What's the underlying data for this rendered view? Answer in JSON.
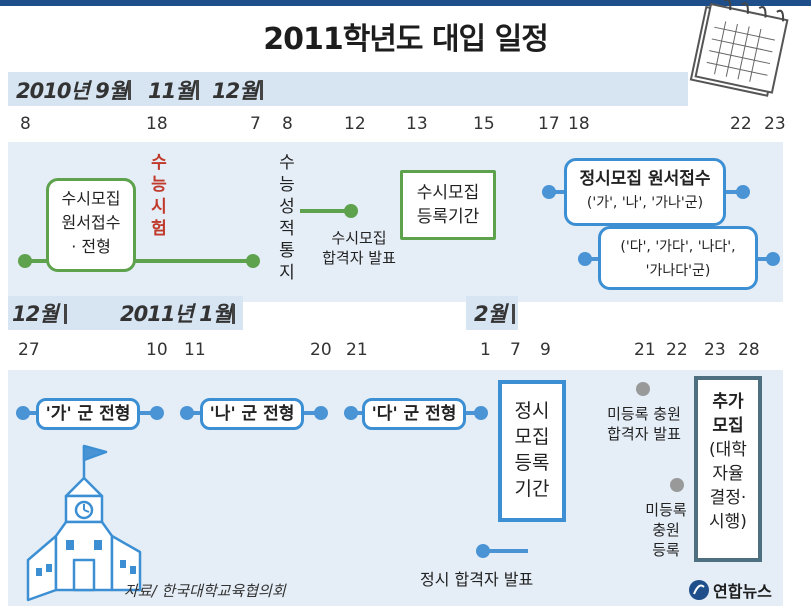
{
  "title": "2011학년도 대입 일정",
  "top_months": [
    "2010년 9월",
    "11월",
    "12월"
  ],
  "top_days": [
    "8",
    "18",
    "7",
    "8",
    "12",
    "13",
    "15",
    "17",
    "18",
    "22",
    "23"
  ],
  "bottom_months": [
    "12월",
    "2011년 1월",
    "2월"
  ],
  "bottom_days": [
    "27",
    "10",
    "11",
    "20",
    "21",
    "1",
    "7",
    "9",
    "21",
    "22",
    "23",
    "28"
  ],
  "events_top": {
    "early_apply": [
      "수시모집",
      "원서접수",
      "· 전형"
    ],
    "csat": [
      "수",
      "능",
      "시",
      "험"
    ],
    "csat_score": [
      "수",
      "능",
      "성",
      "적",
      "통",
      "지"
    ],
    "early_pass": [
      "수시모집",
      "합격자 발표"
    ],
    "early_register": [
      "수시모집",
      "등록기간"
    ],
    "regular_apply_title": "정시모집 원서접수",
    "regular_apply_group1": "('가', '나', '가나'군)",
    "regular_apply_group2_line1": "('다', '가다', '나다',",
    "regular_apply_group2_line2": "'가나다'군)"
  },
  "events_bottom": {
    "group_ga": "'가' 군 전형",
    "group_na": "'나' 군 전형",
    "group_da": "'다' 군 전형",
    "regular_register": [
      "정시",
      "모집",
      "등록",
      "기간"
    ],
    "regular_pass": "정시 합격자 발표",
    "unreg_pass": [
      "미등록 충원",
      "합격자 발표"
    ],
    "unreg_register": [
      "미등록",
      "충원",
      "등록"
    ],
    "additional": [
      "추가",
      "모집",
      "(대학",
      "자율",
      "결정·",
      "시행)"
    ]
  },
  "source": "자료/ 한국대학교육협의회",
  "logo": "연합뉴스",
  "icons": [
    "calendar-icon",
    "school-building-icon",
    "yonhap-logo-icon"
  ],
  "colors": {
    "blue": "#3d8fd4",
    "green": "#5ea24d",
    "red": "#c0392b",
    "navy": "#1f4f8a",
    "band": "#d7e4f2",
    "panel": "#e5eef7"
  }
}
